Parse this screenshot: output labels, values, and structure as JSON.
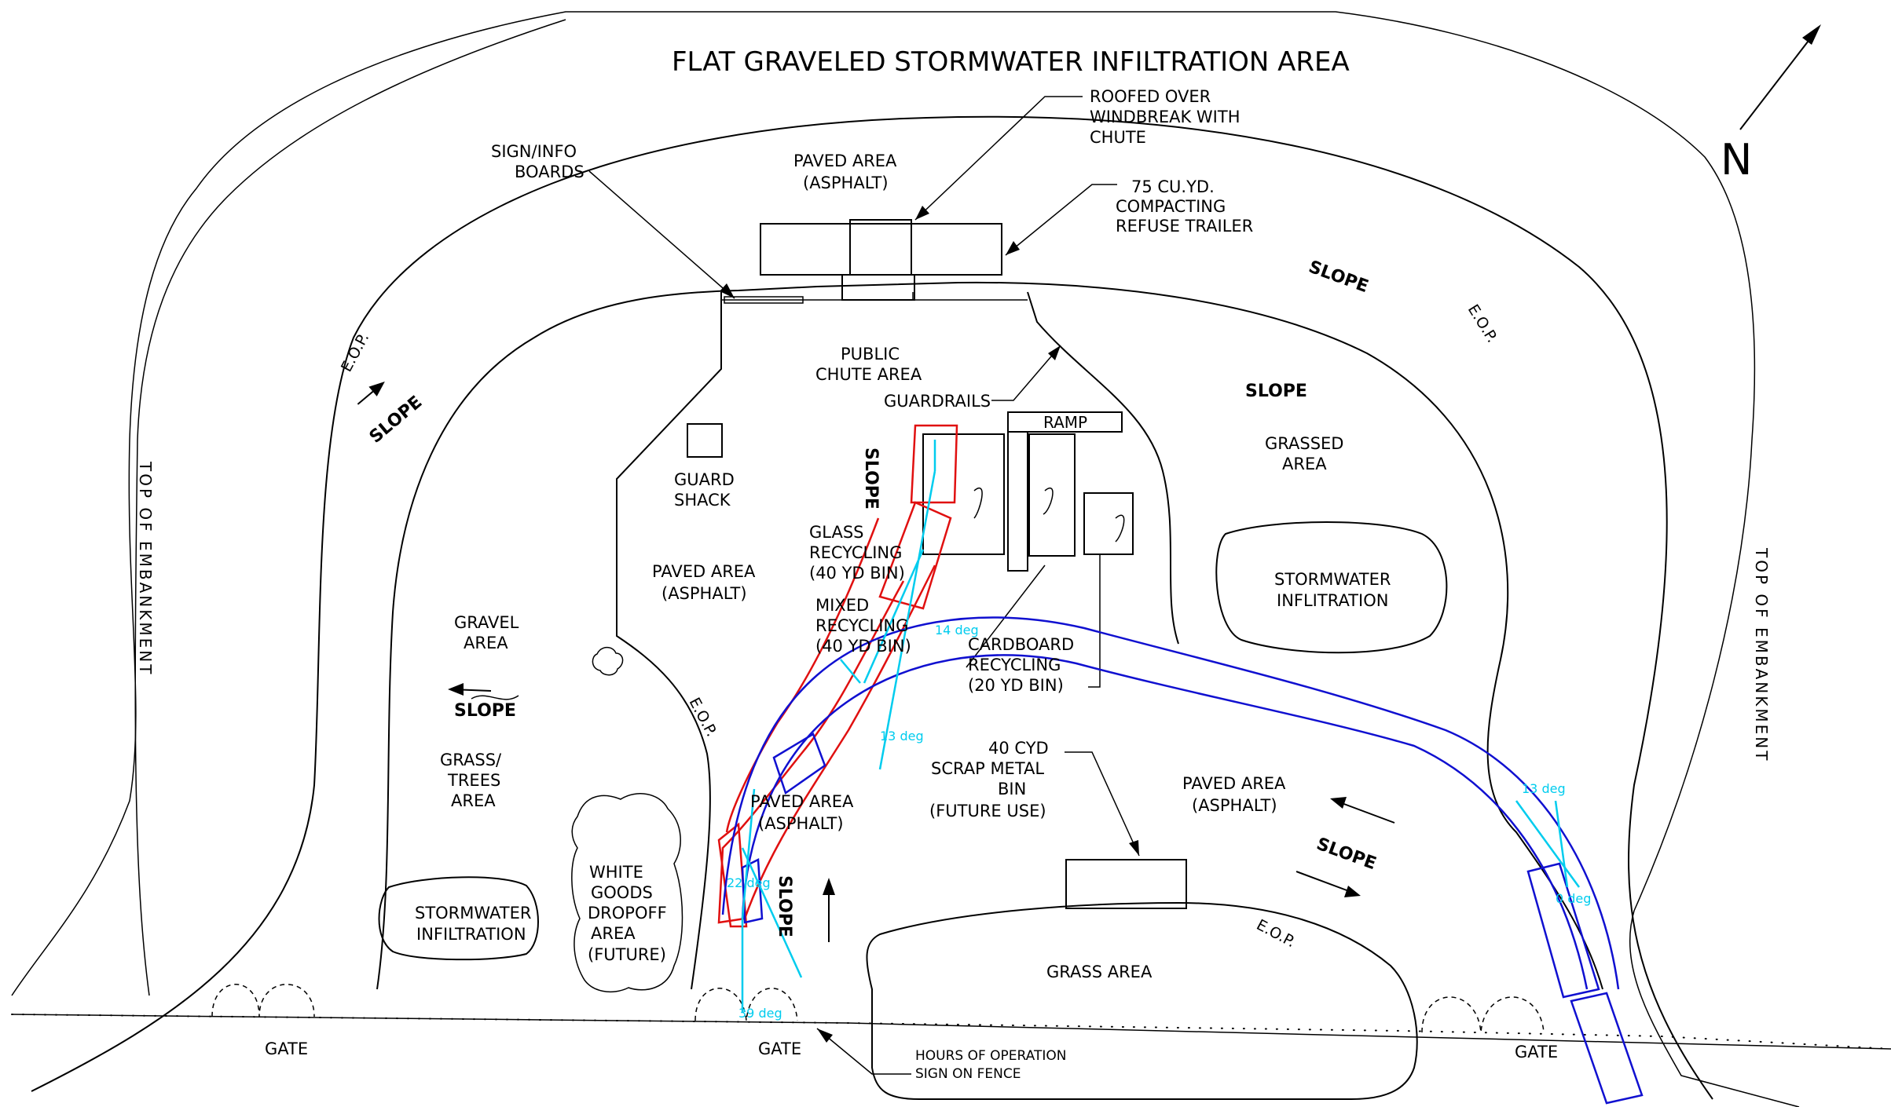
{
  "title": "FLAT GRAVELED STORMWATER INFILTRATION AREA",
  "north_label": "N",
  "labels": {
    "roofed_windbreak": [
      "ROOFED OVER",
      "WINDBREAK WITH",
      "CHUTE"
    ],
    "compacting_trailer": [
      "75 CU.YD.",
      "COMPACTING",
      "REFUSE TRAILER"
    ],
    "sign_info": [
      "SIGN/INFO",
      "BOARDS"
    ],
    "paved_top": [
      "PAVED AREA",
      "(ASPHALT)"
    ],
    "public_chute": [
      "PUBLIC",
      "CHUTE AREA"
    ],
    "guardrails": "GUARDRAILS",
    "ramp": "RAMP",
    "guard_shack": [
      "GUARD",
      "SHACK"
    ],
    "paved_left": [
      "PAVED AREA",
      "(ASPHALT)"
    ],
    "glass_recycling": [
      "GLASS",
      "RECYCLING",
      "(40 YD BIN)"
    ],
    "mixed_recycling": [
      "MIXED",
      "RECYCLING",
      "(40 YD BIN)"
    ],
    "cardboard_recycling": [
      "CARDBOARD",
      "RECYCLING",
      "(20 YD BIN)"
    ],
    "grassed_area": [
      "GRASSED",
      "AREA"
    ],
    "stormwater_right": [
      "STORMWATER",
      "INFLITRATION"
    ],
    "gravel_area": [
      "GRAVEL",
      "AREA"
    ],
    "grass_trees": [
      "GRASS/",
      "TREES",
      "AREA"
    ],
    "scrap_metal": [
      "40 CYD",
      "SCRAP METAL",
      "BIN",
      "(FUTURE USE)"
    ],
    "paved_right": [
      "PAVED AREA",
      "(ASPHALT)"
    ],
    "paved_center": [
      "PAVED AREA",
      "(ASPHALT)"
    ],
    "white_goods": [
      "WHITE",
      "GOODS",
      "DROPOFF",
      "AREA",
      "(FUTURE)"
    ],
    "stormwater_left": [
      "STORMWATER",
      "INFILTRATION"
    ],
    "grass_area": "GRASS AREA",
    "hours_sign": [
      "HOURS OF OPERATION",
      "SIGN ON FENCE"
    ],
    "gate": "GATE",
    "eop": "E.O.P.",
    "slope": "SLOPE",
    "top_of_embankment": "TOP OF EMBANKMENT"
  },
  "angles": {
    "a14": "14 deg",
    "a13_left": "13 deg",
    "a13_right": "13 deg",
    "a0": "0 deg",
    "a22": "22 deg",
    "a39": "39 deg"
  },
  "colors": {
    "linework": "#000000",
    "red_vehicle_path": "#e01010",
    "blue_vehicle_path": "#1010d0",
    "angle_annotation": "#00ccee"
  }
}
